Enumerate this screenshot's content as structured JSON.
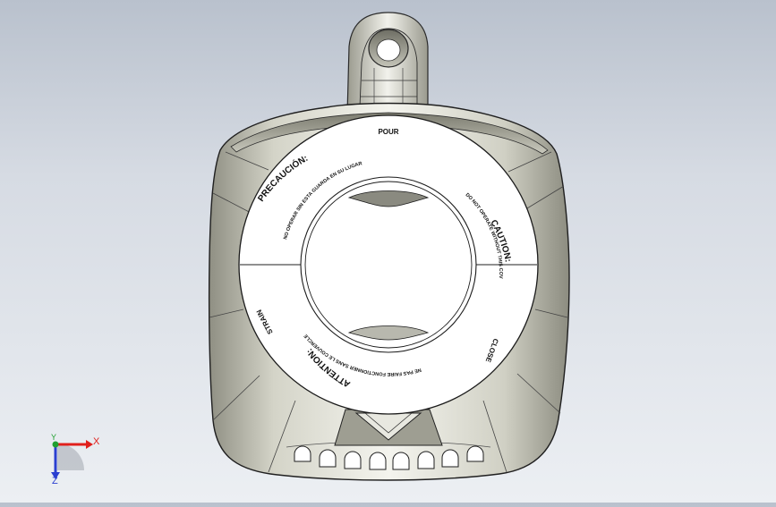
{
  "model": {
    "labels": {
      "pour": "POUR",
      "close": "CLOSE",
      "strain": "STRAIN",
      "caution_title": "CAUTION:",
      "caution_text": "DO NOT OPERATE WITHOUT THIS COVER IN PLACE",
      "precaucion_title": "PRECAUCIÓN:",
      "precaucion_text": "NO OPERAR SIN ESTA GUARDA EN SU LUGAR",
      "attention_title": "ATTENTION:",
      "attention_text": "NE PAS FAIRE FONCTIONNER SANS LE COUVERCLE"
    }
  },
  "triad": {
    "x_label": "X",
    "y_label": "Y",
    "z_label": "Z",
    "x_color": "#e0201c",
    "y_color": "#20a030",
    "z_color": "#2a3fd0"
  }
}
